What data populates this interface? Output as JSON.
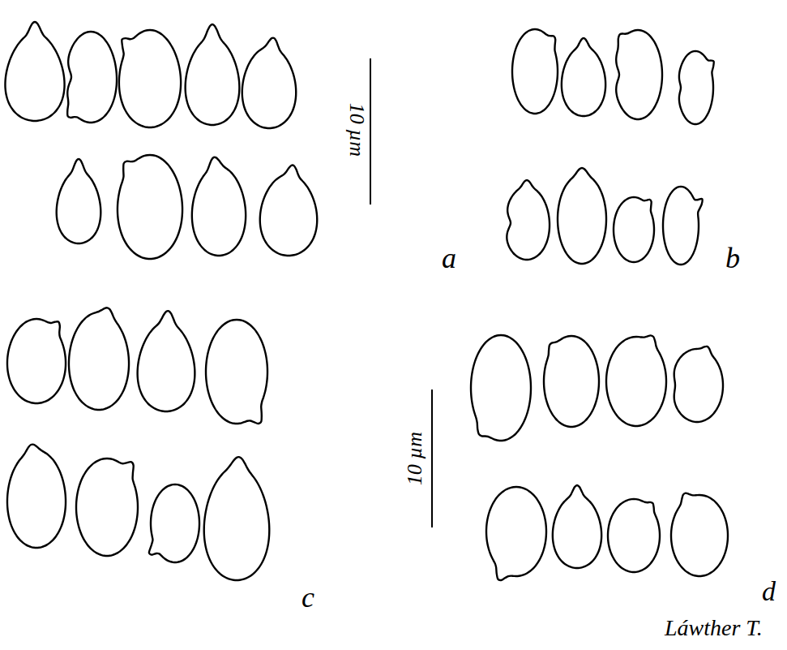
{
  "diagram": {
    "labels": [
      "10 µm",
      "a",
      "b",
      "c",
      "10 µm",
      "d",
      "Láwther T."
    ]
  }
}
